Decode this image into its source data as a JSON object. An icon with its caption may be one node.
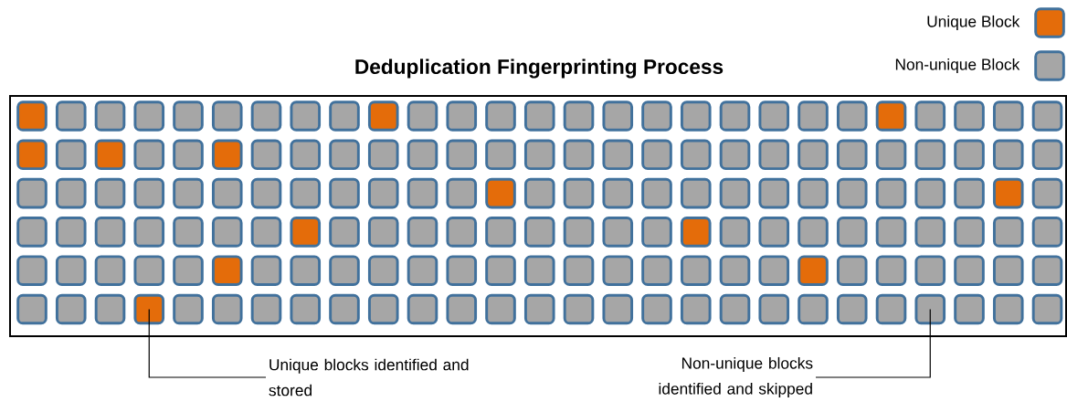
{
  "diagram": {
    "title": "Deduplication Fingerprinting Process",
    "nodes": [
      {
        "text": [],
        "shape": "box"
      },
      {
        "text": [],
        "shape": "box"
      },
      {
        "text": [
          "Unique blocks identified and stored"
        ]
      },
      {
        "text": [
          "Non-unique blocks identified and skipped"
        ]
      }
    ],
    "edges": [
      {
        "from": 2,
        "to": 0,
        "arrow": "none"
      },
      {
        "from": 3,
        "to": 1,
        "arrow": "none"
      }
    ],
    "legend": [
      {
        "text": "Unique Block",
        "color": "#e46c0a"
      },
      {
        "text": "Non-unique Block",
        "color": "#a6a6a6"
      }
    ]
  }
}
